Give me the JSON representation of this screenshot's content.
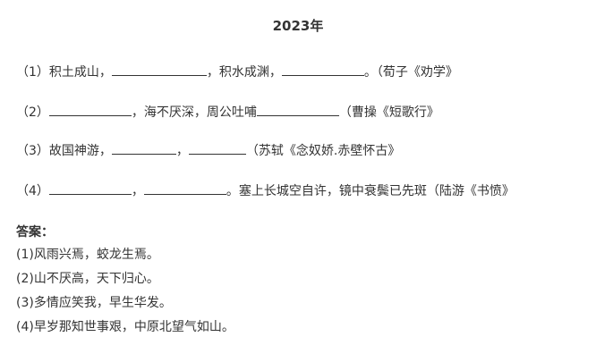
{
  "title": "2023年",
  "questions": [
    {
      "num": "（1）",
      "p1": "积土成山，",
      "p2": "，积水成渊，",
      "p3": "。（荀子《劝学》"
    },
    {
      "num": "（2）",
      "p1": "，海不厌深，周公吐哺",
      "p2": "（曹操《短歌行》"
    },
    {
      "num": "（3）",
      "p1": "故国神游，",
      "p2": "，",
      "p3": "（苏轼《念奴娇.赤壁怀古》"
    },
    {
      "num": "（4）",
      "p1": "，",
      "p2": "。塞上长城空自许，镜中衰鬓已先斑（陆游《书愤》"
    }
  ],
  "answers": {
    "heading": "答案：",
    "items": [
      "(1)风雨兴焉，蛟龙生焉。",
      "(2)山不厌高，天下归心。",
      "(3)多情应笑我，早生华发。",
      "(4)早岁那知世事艰，中原北望气如山。"
    ]
  }
}
